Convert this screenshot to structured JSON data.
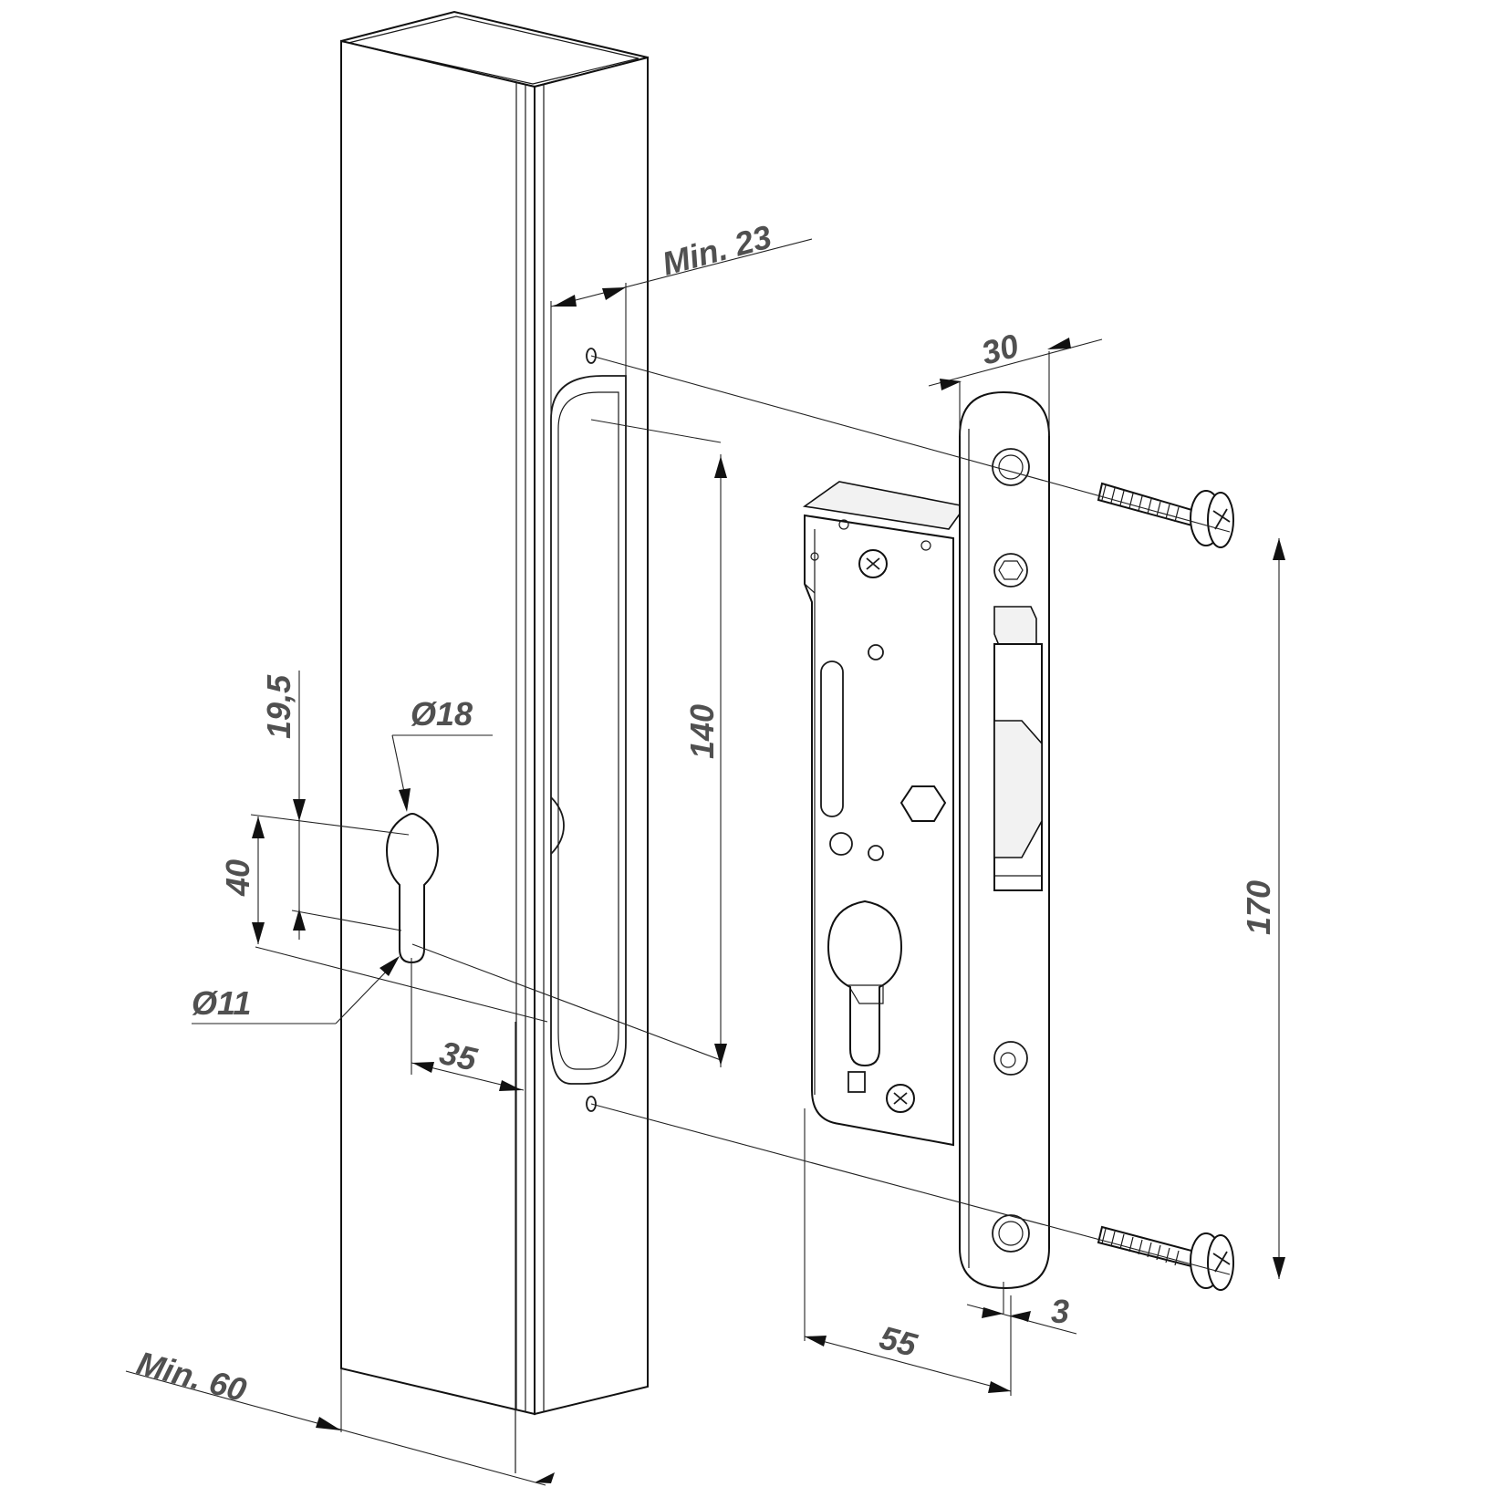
{
  "dimensions": {
    "post_width": "Min. 60",
    "slot_depth": "Min. 23",
    "cylinder_top": "19,5",
    "cylinder_dia_large": "Ø18",
    "cylinder_height": "40",
    "cylinder_dia_small": "Ø11",
    "backset": "35",
    "slot_height": "140",
    "faceplate_width": "30",
    "screw_spacing": "170",
    "case_depth": "55",
    "faceplate_thickness": "3"
  }
}
